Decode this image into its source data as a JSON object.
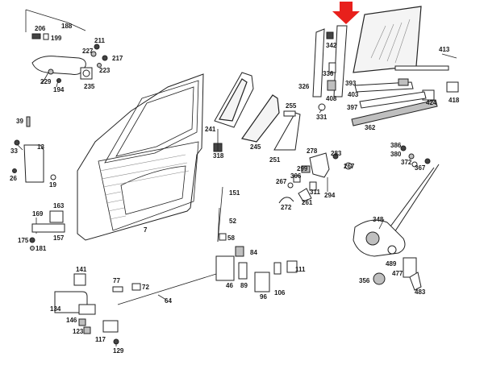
{
  "callouts": [
    {
      "id": "c188",
      "text": "188"
    },
    {
      "id": "c206",
      "text": "206"
    },
    {
      "id": "c199",
      "text": "199"
    },
    {
      "id": "c211",
      "text": "211"
    },
    {
      "id": "c227",
      "text": "227"
    },
    {
      "id": "c217",
      "text": "217"
    },
    {
      "id": "c223",
      "text": "223"
    },
    {
      "id": "c229",
      "text": "229"
    },
    {
      "id": "c194",
      "text": "194"
    },
    {
      "id": "c235",
      "text": "235"
    },
    {
      "id": "c39",
      "text": "39"
    },
    {
      "id": "c33",
      "text": "33"
    },
    {
      "id": "c13",
      "text": "13"
    },
    {
      "id": "c26",
      "text": "26"
    },
    {
      "id": "c19",
      "text": "19"
    },
    {
      "id": "c169",
      "text": "169"
    },
    {
      "id": "c163",
      "text": "163"
    },
    {
      "id": "c175",
      "text": "175"
    },
    {
      "id": "c157",
      "text": "157"
    },
    {
      "id": "c181",
      "text": "181"
    },
    {
      "id": "c7",
      "text": "7"
    },
    {
      "id": "c241",
      "text": "241"
    },
    {
      "id": "c318",
      "text": "318"
    },
    {
      "id": "c245",
      "text": "245"
    },
    {
      "id": "c255",
      "text": "255"
    },
    {
      "id": "c251",
      "text": "251"
    },
    {
      "id": "c326",
      "text": "326"
    },
    {
      "id": "c342",
      "text": "342"
    },
    {
      "id": "c336",
      "text": "336"
    },
    {
      "id": "c408",
      "text": "408"
    },
    {
      "id": "c331",
      "text": "331"
    },
    {
      "id": "c393",
      "text": "393"
    },
    {
      "id": "c413",
      "text": "413"
    },
    {
      "id": "c403",
      "text": "403"
    },
    {
      "id": "c424",
      "text": "424"
    },
    {
      "id": "c418",
      "text": "418"
    },
    {
      "id": "c397",
      "text": "397"
    },
    {
      "id": "c362",
      "text": "362"
    },
    {
      "id": "c386",
      "text": "386"
    },
    {
      "id": "c380",
      "text": "380"
    },
    {
      "id": "c372",
      "text": "372"
    },
    {
      "id": "c367",
      "text": "367"
    },
    {
      "id": "c278",
      "text": "278"
    },
    {
      "id": "c283",
      "text": "283"
    },
    {
      "id": "c299",
      "text": "299"
    },
    {
      "id": "c306",
      "text": "306"
    },
    {
      "id": "c267a",
      "text": "267"
    },
    {
      "id": "c267b",
      "text": "267"
    },
    {
      "id": "c311",
      "text": "311"
    },
    {
      "id": "c294",
      "text": "294"
    },
    {
      "id": "c261",
      "text": "261"
    },
    {
      "id": "c272",
      "text": "272"
    },
    {
      "id": "c151",
      "text": "151"
    },
    {
      "id": "c52",
      "text": "52"
    },
    {
      "id": "c58",
      "text": "58"
    },
    {
      "id": "c84",
      "text": "84"
    },
    {
      "id": "c111",
      "text": "111"
    },
    {
      "id": "c46",
      "text": "46"
    },
    {
      "id": "c89",
      "text": "89"
    },
    {
      "id": "c106",
      "text": "106"
    },
    {
      "id": "c96",
      "text": "96"
    },
    {
      "id": "c348",
      "text": "348"
    },
    {
      "id": "c489",
      "text": "489"
    },
    {
      "id": "c477",
      "text": "477"
    },
    {
      "id": "c356",
      "text": "356"
    },
    {
      "id": "c483",
      "text": "483"
    },
    {
      "id": "c141",
      "text": "141"
    },
    {
      "id": "c77",
      "text": "77"
    },
    {
      "id": "c72",
      "text": "72"
    },
    {
      "id": "c64",
      "text": "64"
    },
    {
      "id": "c134",
      "text": "134"
    },
    {
      "id": "c146",
      "text": "146"
    },
    {
      "id": "c123",
      "text": "123"
    },
    {
      "id": "c117",
      "text": "117"
    },
    {
      "id": "c129",
      "text": "129"
    }
  ],
  "highlight": {
    "color": "#e8201c",
    "icon": "down-arrow-icon"
  },
  "colors": {
    "ink": "#1a1a1a",
    "background": "#ffffff"
  }
}
